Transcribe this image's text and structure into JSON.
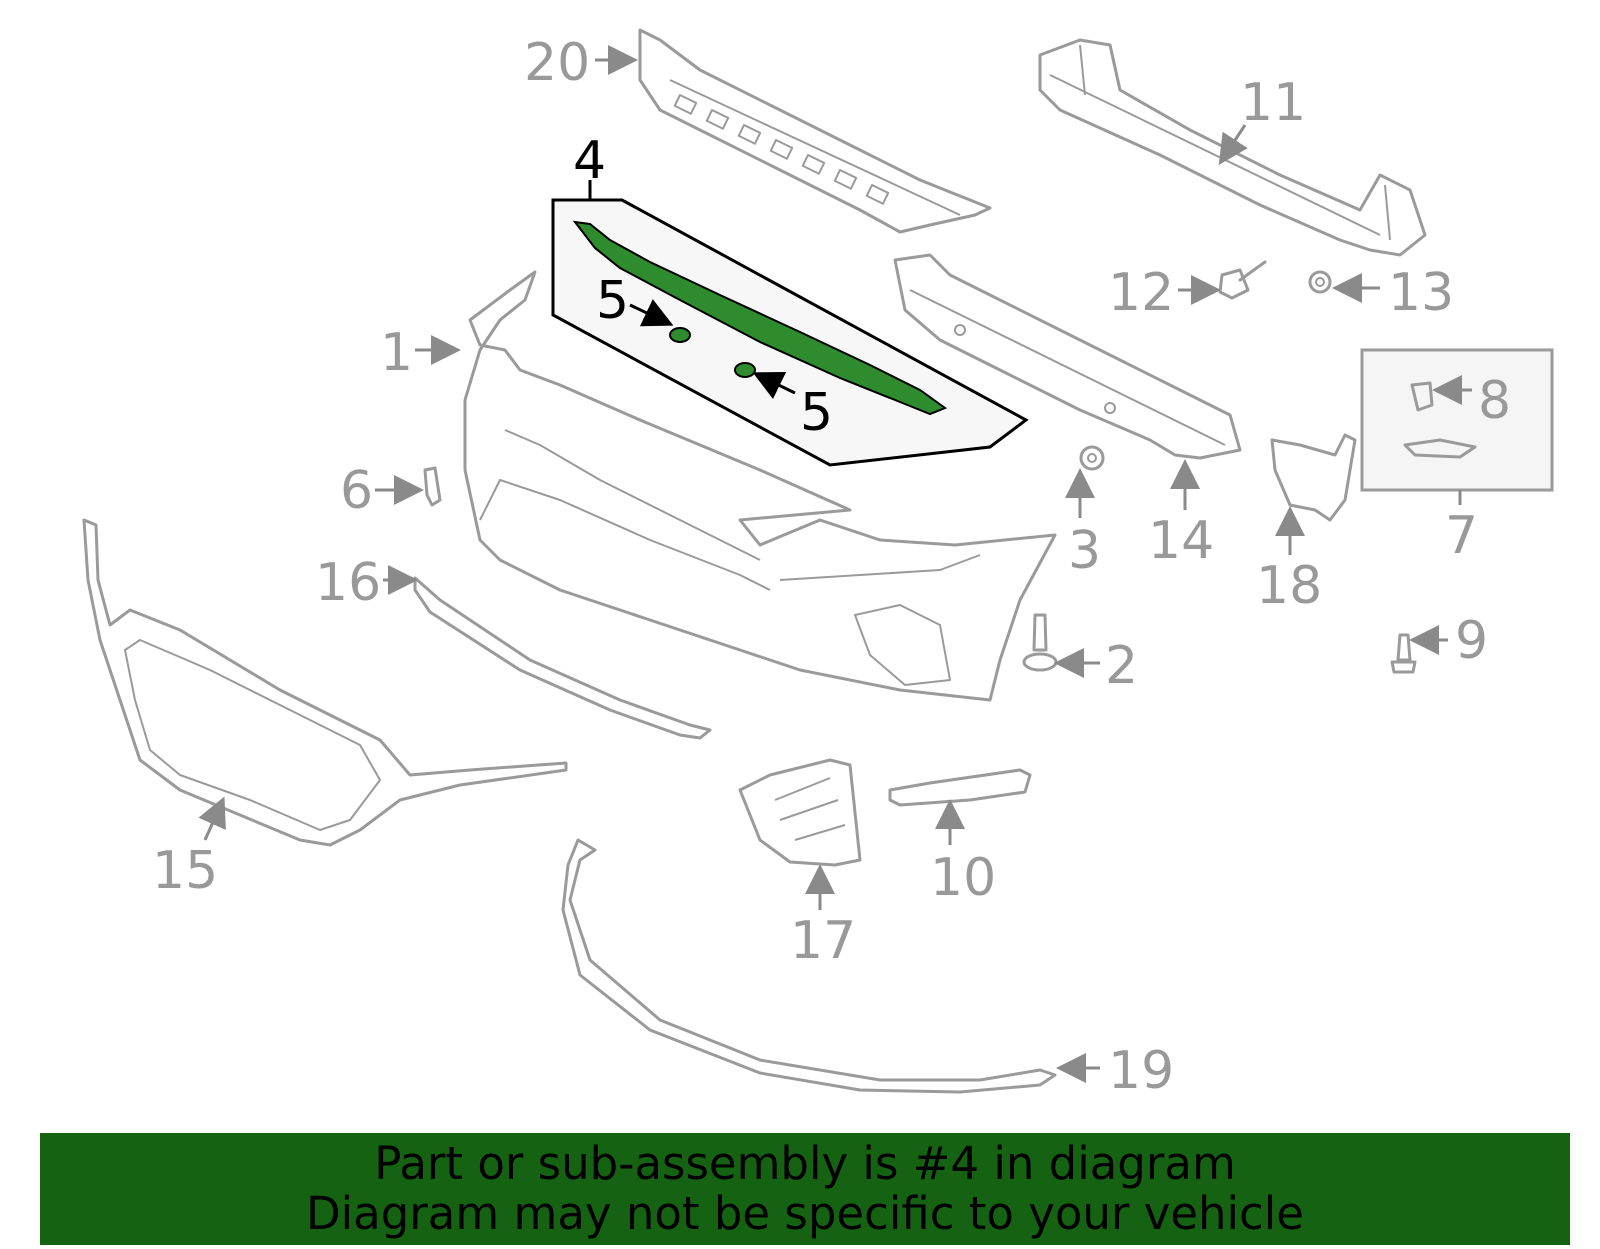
{
  "callouts": {
    "c1": "1",
    "c2": "2",
    "c3": "3",
    "c4": "4",
    "c5a": "5",
    "c5b": "5",
    "c6": "6",
    "c7": "7",
    "c8": "8",
    "c9": "9",
    "c10": "10",
    "c11": "11",
    "c12": "12",
    "c13": "13",
    "c14": "14",
    "c15": "15",
    "c16": "16",
    "c17": "17",
    "c18": "18",
    "c19": "19",
    "c20": "20"
  },
  "highlight": {
    "part_number": "4",
    "color": "#156312"
  },
  "colors": {
    "outline": "#9a9a9a",
    "banner": "#156312",
    "callout_box": "#f5f5f5"
  },
  "banner": {
    "line1": "Part or sub-assembly is #4 in diagram",
    "line2": "Diagram may not be specific to your vehicle"
  }
}
